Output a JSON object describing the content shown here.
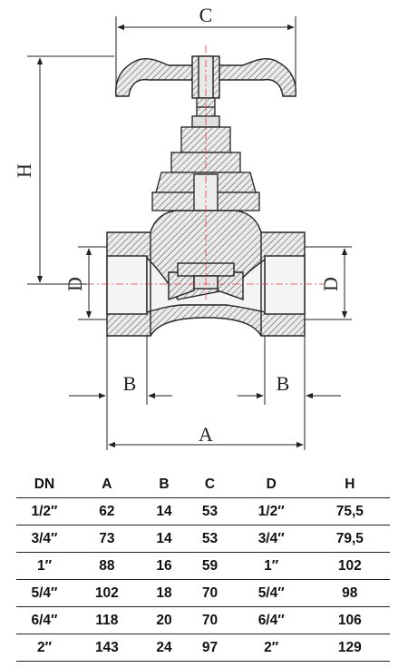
{
  "dimension_labels": {
    "a": "A",
    "b": "B",
    "c": "C",
    "d": "D",
    "h": "H"
  },
  "table": {
    "headers": [
      "DN",
      "A",
      "B",
      "C",
      "D",
      "H"
    ],
    "rows": [
      [
        "1/2″",
        "62",
        "14",
        "53",
        "1/2″",
        "75,5"
      ],
      [
        "3/4″",
        "73",
        "14",
        "53",
        "3/4″",
        "79,5"
      ],
      [
        "1″",
        "88",
        "16",
        "59",
        "1″",
        "102"
      ],
      [
        "5/4″",
        "102",
        "18",
        "70",
        "5/4″",
        "98"
      ],
      [
        "6/4″",
        "118",
        "20",
        "70",
        "6/4″",
        "106"
      ],
      [
        "2″",
        "143",
        "24",
        "97",
        "2″",
        "129"
      ]
    ]
  },
  "colors": {
    "line": "#222222",
    "hatch": "#555555",
    "fill": "#e6e6e6",
    "centerline": "#e0403a"
  }
}
